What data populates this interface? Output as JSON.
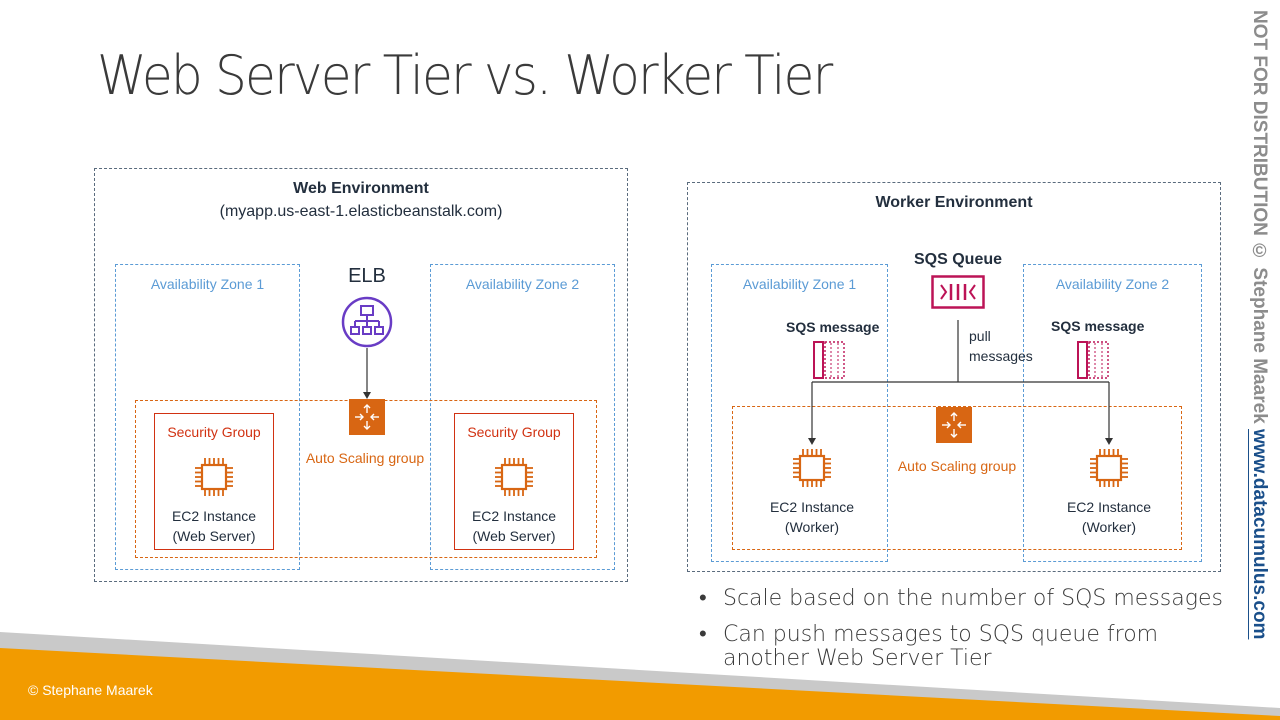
{
  "title": "Web Server Tier vs. Worker Tier",
  "web_env": {
    "title": "Web Environment",
    "subtitle": "(myapp.us-east-1.elasticbeanstalk.com)",
    "elb_label": "ELB",
    "az1_label": "Availability Zone 1",
    "az2_label": "Availability Zone 2",
    "asg_label": "Auto Scaling group",
    "sg1_label": "Security Group",
    "sg2_label": "Security Group",
    "ec2_1_line1": "EC2 Instance",
    "ec2_1_line2": "(Web Server)",
    "ec2_2_line1": "EC2 Instance",
    "ec2_2_line2": "(Web Server)"
  },
  "worker_env": {
    "title": "Worker Environment",
    "sqs_queue_label": "SQS Queue",
    "az1_label": "Availability Zone 1",
    "az2_label": "Availability Zone 2",
    "sqs_msg1_label": "SQS message",
    "sqs_msg2_label": "SQS message",
    "pull_line1": "pull",
    "pull_line2": "messages",
    "asg_label": "Auto Scaling group",
    "ec2_1_line1": "EC2 Instance",
    "ec2_1_line2": "(Worker)",
    "ec2_2_line1": "EC2 Instance",
    "ec2_2_line2": "(Worker)"
  },
  "bullets": {
    "b1": "Scale based on the number of SQS messages",
    "b2_line1": "Can push messages to SQS queue from",
    "b2_line2": "another Web Server Tier"
  },
  "footer": {
    "copyright": "© Stephane Maarek",
    "side_text": "NOT FOR DISTRIBUTION © Stephane Maarek ",
    "side_url": "www.datacumulus.com"
  },
  "colors": {
    "orange": "#f29b00",
    "ec2_orange": "#d86613",
    "elb_purple": "#693cc5",
    "sqs_magenta": "#bc1356",
    "az_blue": "#5b9bd5",
    "sg_red": "#d13212"
  },
  "icons": {
    "elb": "load-balancer-icon",
    "asg": "auto-scaling-icon",
    "ec2": "chip-icon",
    "sqs_queue": "sqs-queue-icon",
    "sqs_message": "sqs-message-icon"
  }
}
